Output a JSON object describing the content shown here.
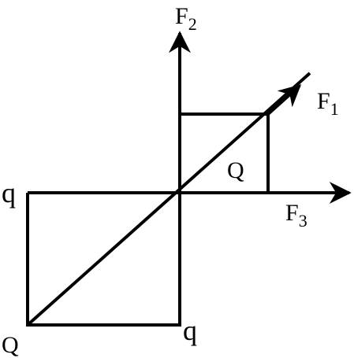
{
  "labels": {
    "force_1": "F",
    "force_1_sub": "1",
    "force_2": "F",
    "force_2_sub": "2",
    "force_3": "F",
    "force_3_sub": "3",
    "charge_center": "Q",
    "charge_top_left": "q",
    "charge_bottom_right": "q",
    "charge_bottom_left": "Q"
  },
  "colors": {
    "stroke": "#000000",
    "background": "#ffffff"
  }
}
